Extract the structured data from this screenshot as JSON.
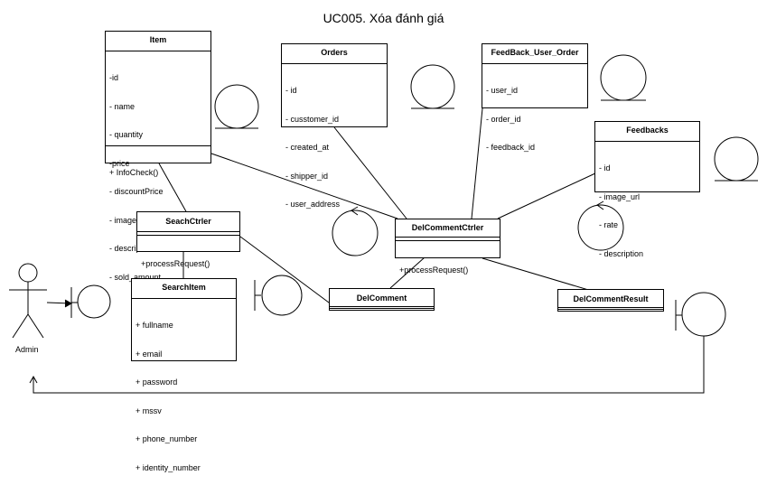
{
  "title": "UC005. Xóa đánh giá",
  "actor": {
    "label": "Admin"
  },
  "classes": {
    "item": {
      "name": "Item",
      "attributes": [
        "-id",
        "- name",
        "- quantity",
        "-price",
        "- discountPrice",
        "- image_url",
        "- description",
        "- sold_amount"
      ],
      "operations": [
        "+ InfoCheck()"
      ]
    },
    "orders": {
      "name": "Orders",
      "attributes": [
        "- id",
        "- cusstomer_id",
        "- created_at",
        "- shipper_id",
        "- user_address"
      ]
    },
    "feedback_user_order": {
      "name": "FeedBack_User_Order",
      "attributes": [
        "- user_id",
        "- order_id",
        "- feedback_id"
      ]
    },
    "feedbacks": {
      "name": "Feedbacks",
      "attributes": [
        "- id",
        "- image_url",
        "- rate",
        "- description"
      ]
    },
    "seach_ctrler": {
      "name": "SeachCtrler",
      "operations": [
        "+processRequest()"
      ]
    },
    "del_comment_ctrler": {
      "name": "DelCommentCtrler",
      "operations": [
        "+processRequest()"
      ]
    },
    "search_item": {
      "name": "SearchItem",
      "attributes": [
        "+ fullname",
        "+ email",
        "+ password",
        "+ mssv",
        "+ phone_number",
        "+ identity_number"
      ]
    },
    "del_comment": {
      "name": "DelComment"
    },
    "del_comment_result": {
      "name": "DelCommentResult"
    }
  }
}
